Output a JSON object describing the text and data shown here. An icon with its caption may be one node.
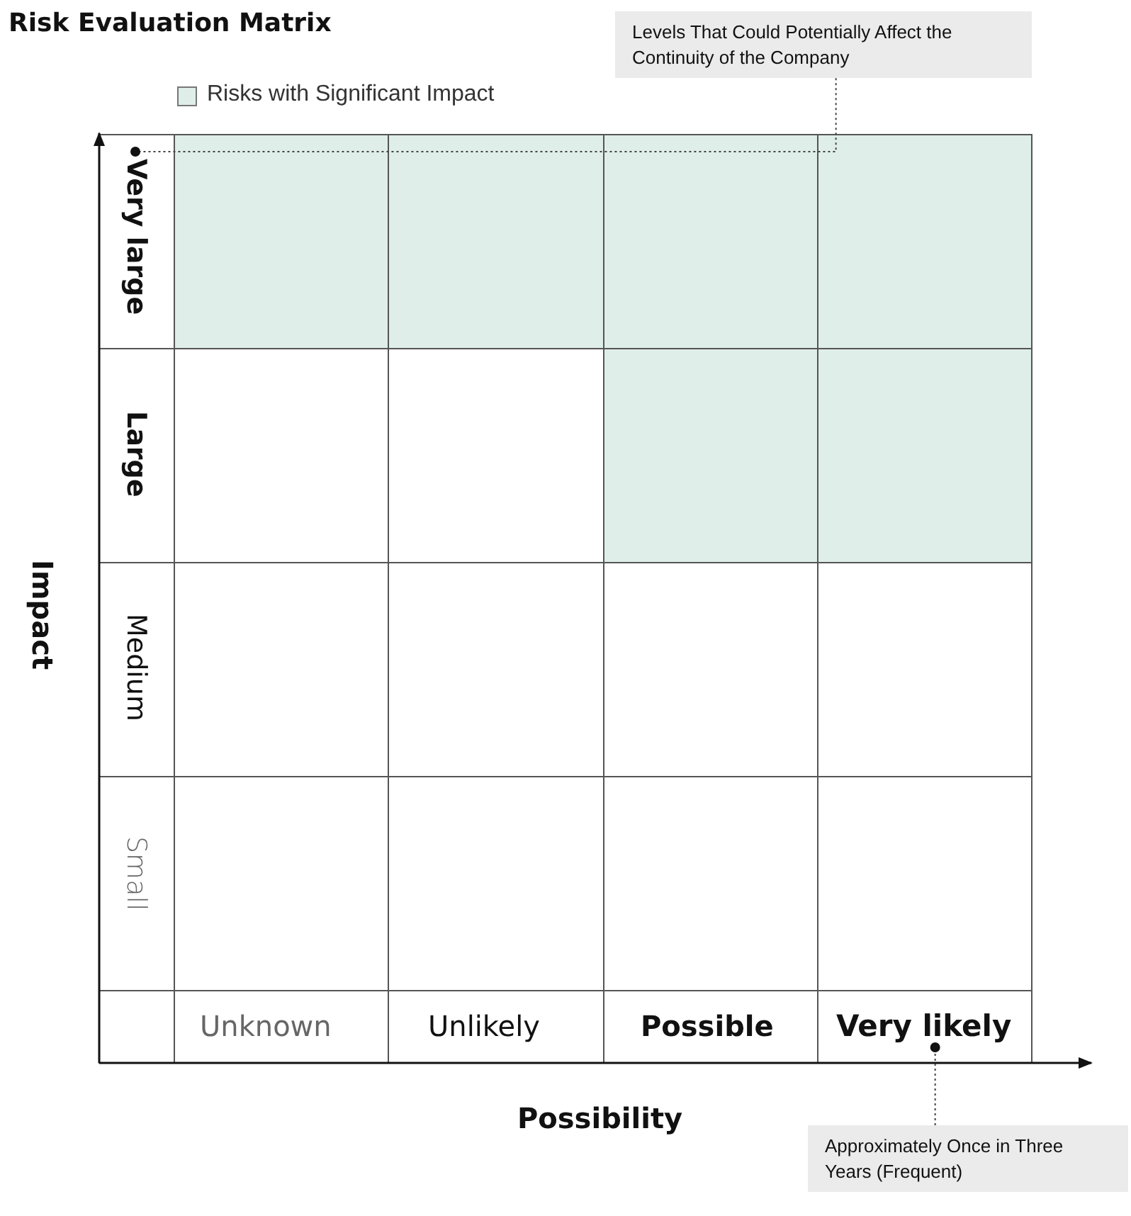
{
  "diagram": {
    "title": "Risk Evaluation Matrix",
    "nodes": [
      {
        "text": [
          "Levels That Could Potentially Affect the Continuity of the Company"
        ]
      },
      {
        "text": [
          "Very large"
        ]
      },
      {
        "text": [
          "Very likely"
        ]
      },
      {
        "text": [
          "Approximately Once in Three Years (Frequent)"
        ]
      }
    ],
    "edges": [
      {
        "from": 0,
        "to": 1,
        "arrow": "other",
        "style": "dashed"
      },
      {
        "from": 3,
        "to": 2,
        "arrow": "other",
        "style": "dashed"
      }
    ],
    "labels": [
      "Large",
      "Medium",
      "Small",
      "Unknown",
      "Unlikely",
      "Possible",
      "Impact",
      "Possibility"
    ],
    "legend": [
      {
        "text": "Risks with Significant Impact",
        "color": "#dfeee9"
      }
    ]
  }
}
